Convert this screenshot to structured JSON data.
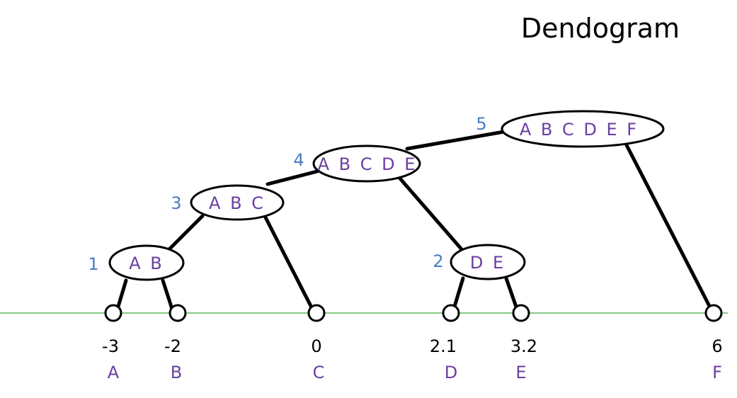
{
  "title": "Dendogram",
  "colors": {
    "step": "#4a7cc4",
    "cluster": "#6a3fa0",
    "value": "#000000",
    "axis": "#5cb85c"
  },
  "leaves": [
    {
      "id": "A",
      "value": "-3"
    },
    {
      "id": "B",
      "value": "-2"
    },
    {
      "id": "C",
      "value": "0"
    },
    {
      "id": "D",
      "value": "2.1"
    },
    {
      "id": "E",
      "value": "3.2"
    },
    {
      "id": "F",
      "value": "6"
    }
  ],
  "clusters": [
    {
      "id": "AB",
      "label": "A B",
      "step": "1",
      "children": [
        "A",
        "B"
      ]
    },
    {
      "id": "DE",
      "label": "D E",
      "step": "2",
      "children": [
        "D",
        "E"
      ]
    },
    {
      "id": "ABC",
      "label": "A B C",
      "step": "3",
      "children": [
        "AB",
        "C"
      ]
    },
    {
      "id": "ABCDE",
      "label": "A B C D E",
      "step": "4",
      "children": [
        "ABC",
        "DE"
      ]
    },
    {
      "id": "ABCDEF",
      "label": "A B C D E F",
      "step": "5",
      "children": [
        "ABCDE",
        "F"
      ]
    }
  ]
}
